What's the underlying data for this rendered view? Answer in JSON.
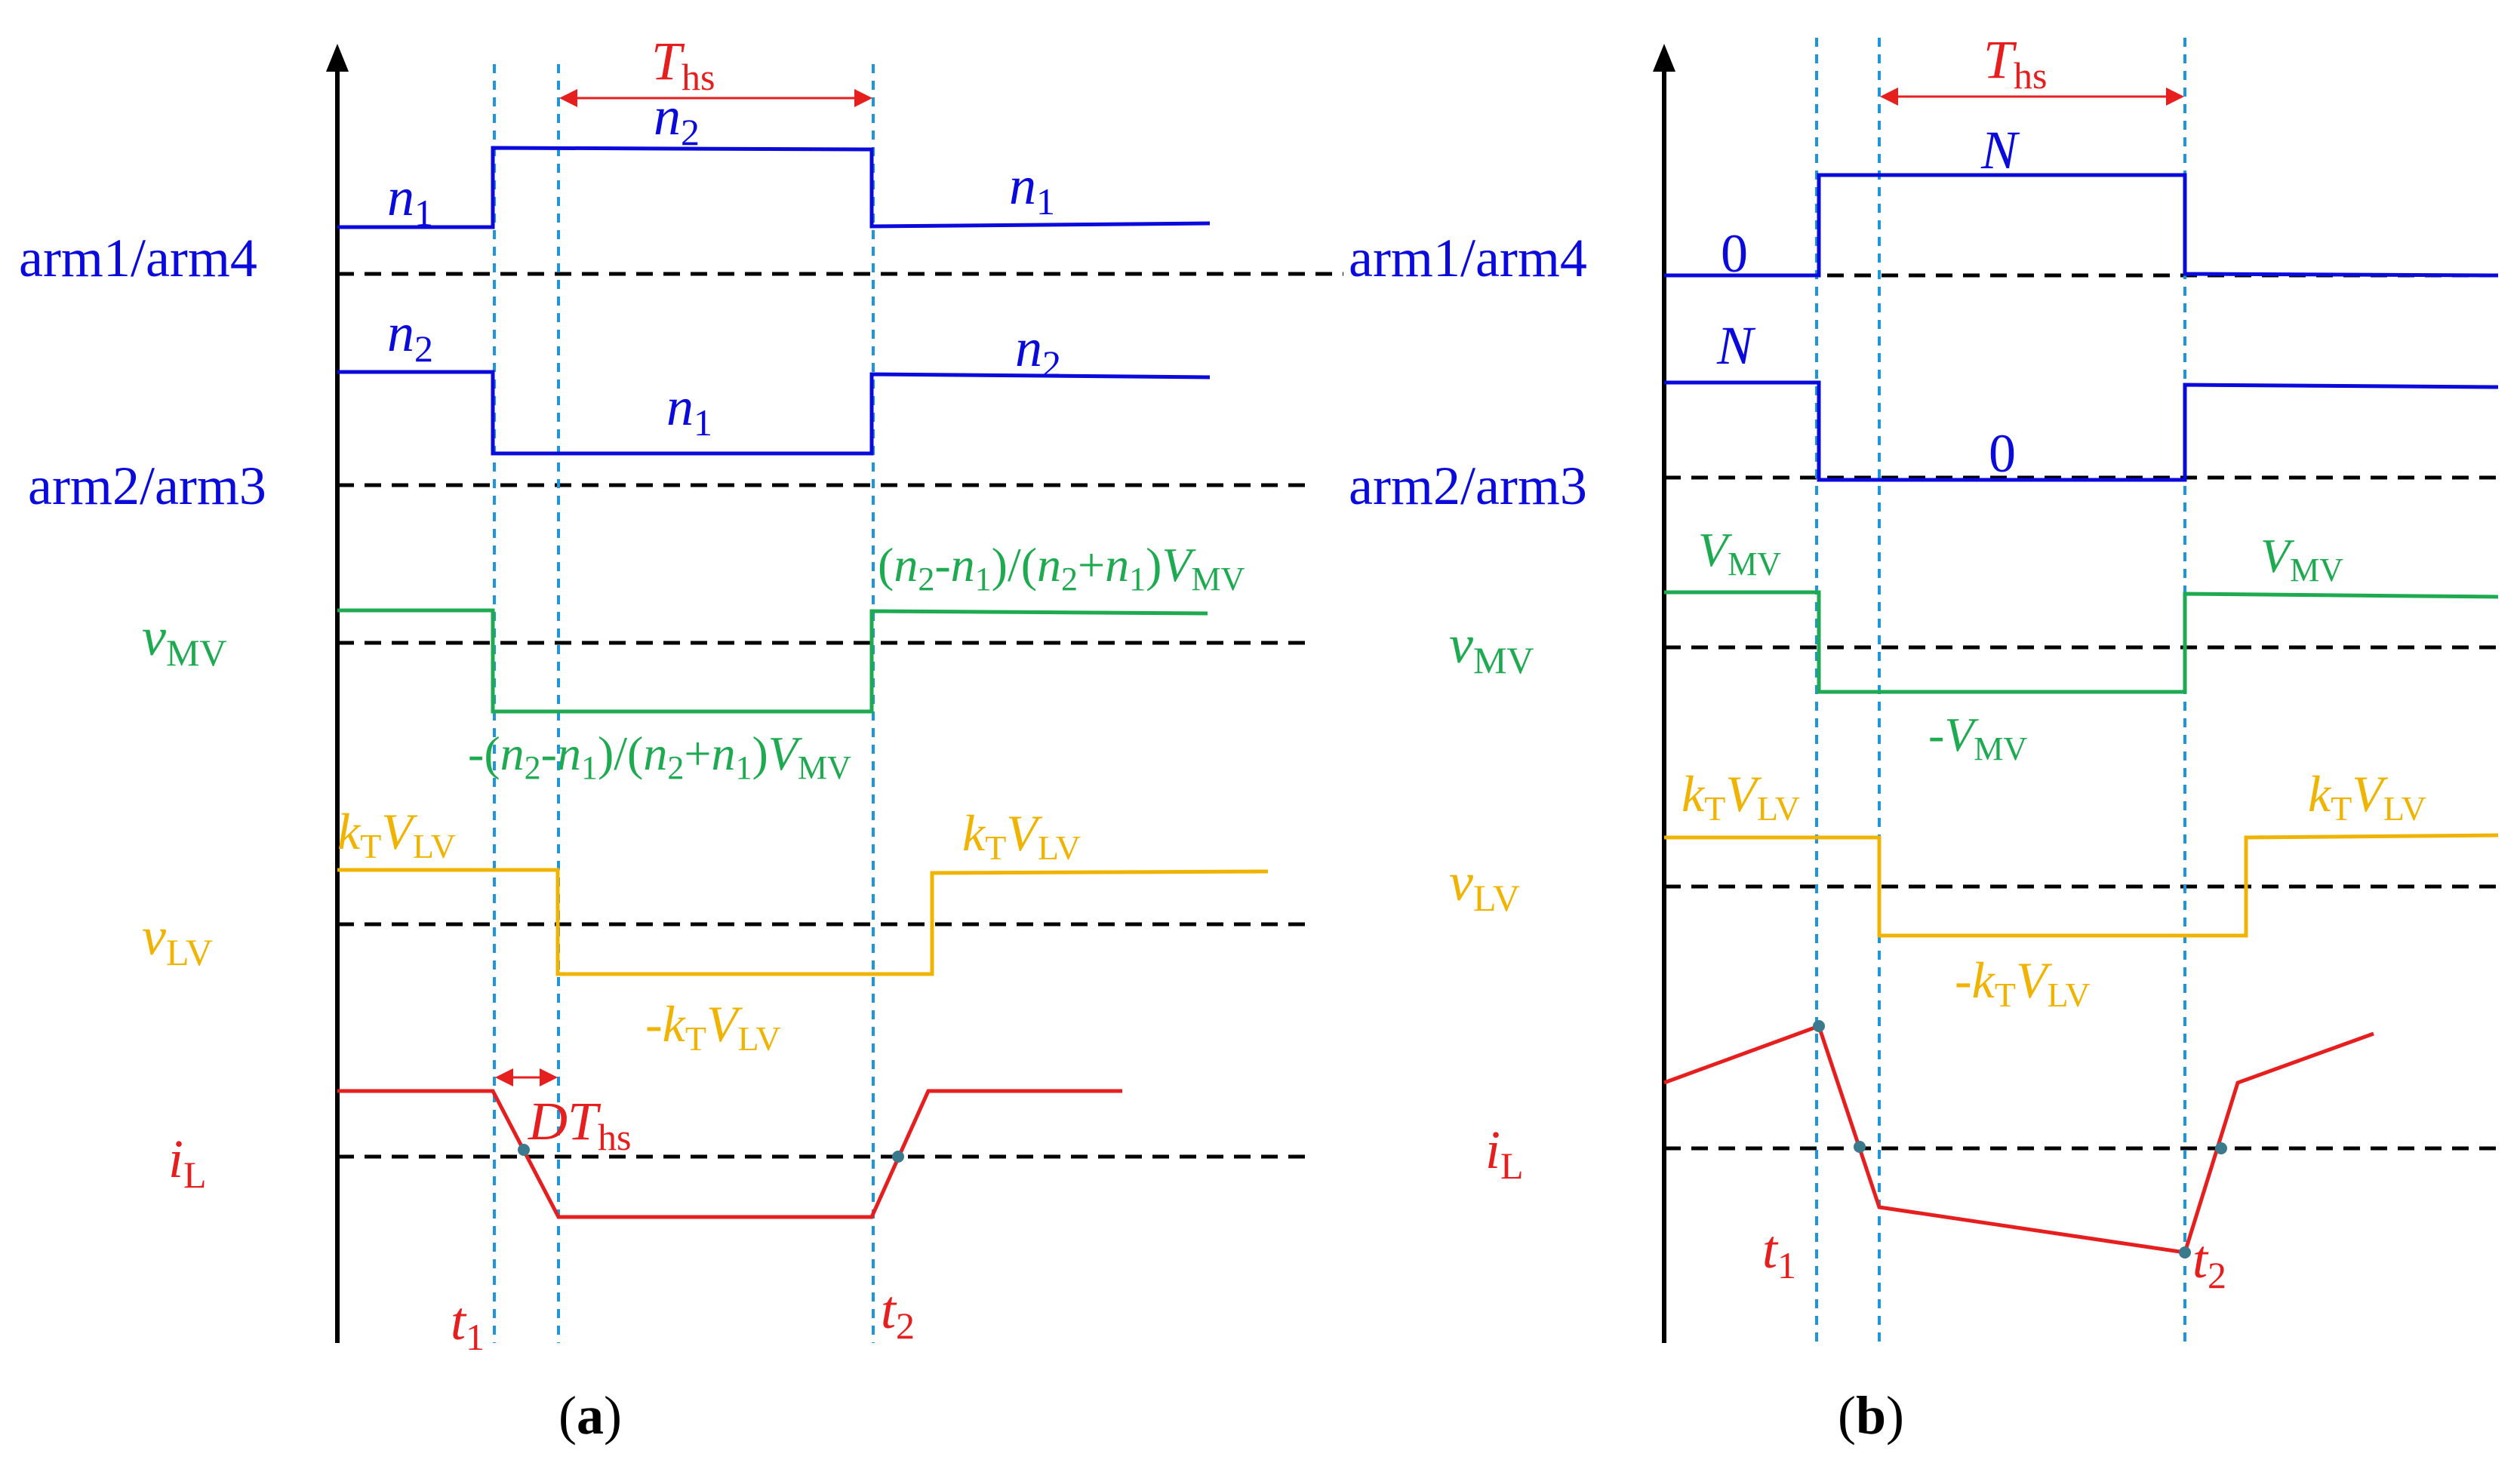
{
  "colors": {
    "axis": "#000000",
    "arm": "#0a0adc",
    "mv": "#1eaa50",
    "lv": "#f0b400",
    "current": "#e61e1e",
    "time_marker": "#1e96dc",
    "annotation": "#e61e1e"
  },
  "panels": [
    {
      "id": "a",
      "caption": {
        "open": "(",
        "letter": "a",
        "close": ")"
      },
      "labels": {
        "arm14": "arm1/arm4",
        "arm23": "arm2/arm3",
        "vmv_v": "v",
        "vmv_sub": "MV",
        "vlv_v": "v",
        "vlv_sub": "LV",
        "il_i": "i",
        "il_sub": "L"
      },
      "t1": {
        "t": "t",
        "sub": "1"
      },
      "t2": {
        "t": "t",
        "sub": "2"
      },
      "ths": {
        "T": "T",
        "sub": "hs"
      },
      "dths": {
        "D": "D",
        "T": "T",
        "sub": "hs"
      },
      "arm14_levels": {
        "left": {
          "n": "n",
          "sub": "1"
        },
        "mid": {
          "n": "n",
          "sub": "2"
        },
        "right": {
          "n": "n",
          "sub": "1"
        }
      },
      "arm23_levels": {
        "left": {
          "n": "n",
          "sub": "2"
        },
        "mid": {
          "n": "n",
          "sub": "1"
        },
        "right": {
          "n": "n",
          "sub": "2"
        }
      },
      "mv_pos": {
        "p1": "(",
        "n2": "n",
        "s2": "2",
        "dash": "-",
        "n1": "n",
        "s1": "1",
        "p2": ")/(",
        "n2b": "n",
        "s2b": "2",
        "plus": "+",
        "n1b": "n",
        "s1b": "1",
        "p3": ")",
        "V": "V",
        "sub": "MV"
      },
      "mv_neg": {
        "minus": "-",
        "p1": "(",
        "n2": "n",
        "s2": "2",
        "dash": "-",
        "n1": "n",
        "s1": "1",
        "p2": ")/(",
        "n2b": "n",
        "s2b": "2",
        "plus": "+",
        "n1b": "n",
        "s1b": "1",
        "p3": ")",
        "V": "V",
        "sub": "MV"
      },
      "lv_pos": {
        "k": "k",
        "ksub": "T",
        "V": "V",
        "sub": "LV"
      },
      "lv_neg": {
        "minus": "-",
        "k": "k",
        "ksub": "T",
        "V": "V",
        "sub": "LV"
      }
    },
    {
      "id": "b",
      "caption": {
        "open": "(",
        "letter": "b",
        "close": ")"
      },
      "labels": {
        "arm14": "arm1/arm4",
        "arm23": "arm2/arm3",
        "vmv_v": "v",
        "vmv_sub": "MV",
        "vlv_v": "v",
        "vlv_sub": "LV",
        "il_i": "i",
        "il_sub": "L"
      },
      "t1": {
        "t": "t",
        "sub": "1"
      },
      "t2": {
        "t": "t",
        "sub": "2"
      },
      "ths": {
        "T": "T",
        "sub": "hs"
      },
      "arm14_levels": {
        "left": "0",
        "mid": "N"
      },
      "arm23_levels": {
        "left": "N",
        "mid": "0"
      },
      "mv_pos_left": {
        "V": "V",
        "sub": "MV"
      },
      "mv_pos_right": {
        "V": "V",
        "sub": "MV"
      },
      "mv_neg": {
        "minus": "-",
        "V": "V",
        "sub": "MV"
      },
      "lv_pos_left": {
        "k": "k",
        "ksub": "T",
        "V": "V",
        "sub": "LV"
      },
      "lv_pos_right": {
        "k": "k",
        "ksub": "T",
        "V": "V",
        "sub": "LV"
      },
      "lv_neg": {
        "minus": "-",
        "k": "k",
        "ksub": "T",
        "V": "V",
        "sub": "LV"
      }
    }
  ]
}
